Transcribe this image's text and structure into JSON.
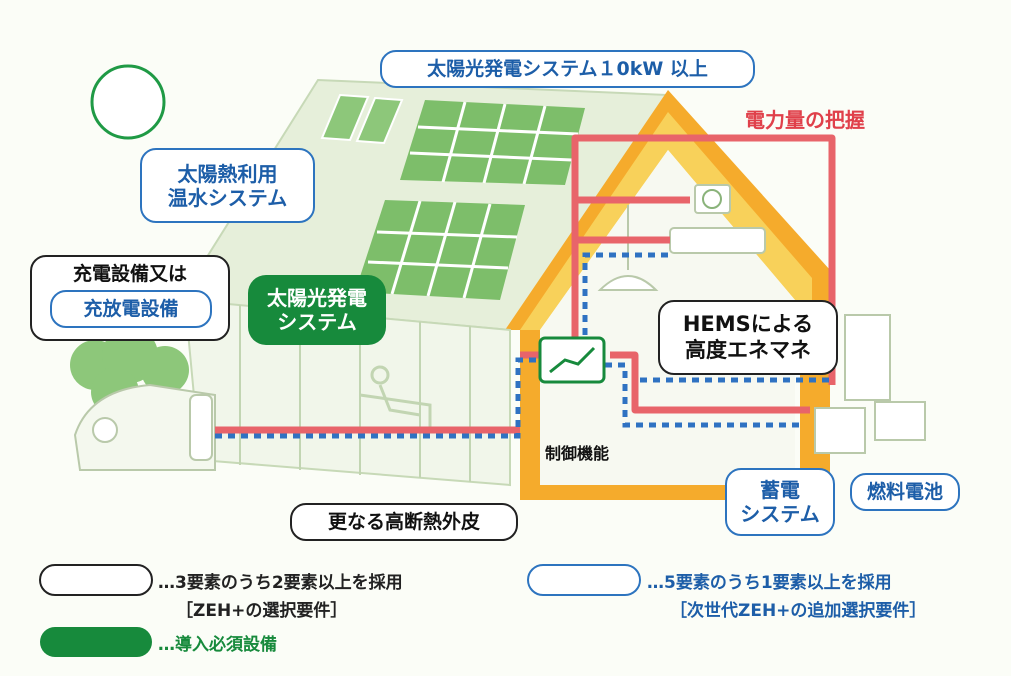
{
  "labels": {
    "pv_10kw": "太陽光発電システム１0kW 以上",
    "power_monitoring": "電力量の把握",
    "solar_thermal": "太陽熱利用\n温水システム",
    "charging": "充電設備又は",
    "v2h": "充放電設備",
    "pv_system": "太陽光発電\nシステム",
    "hems": "HEMSによる\n高度エネマネ",
    "control": "制御機能",
    "battery": "蓄電\nシステム",
    "fuel_cell": "燃料電池",
    "insulation": "更なる高断熱外皮"
  },
  "legend": {
    "black_text": "…3要素のうち2要素以上を採用",
    "black_sub": "［ZEH+の選択要件］",
    "blue_text": "…5要素のうち1要素以上を採用",
    "blue_sub": "［次世代ZEH+の追加選択要件］",
    "green_text": "…導入必須設備"
  },
  "colors": {
    "blue": "#2d74bf",
    "green": "#178a3c",
    "red": "#e8646a",
    "dotted_blue": "#2f72c2",
    "black": "#222222"
  }
}
